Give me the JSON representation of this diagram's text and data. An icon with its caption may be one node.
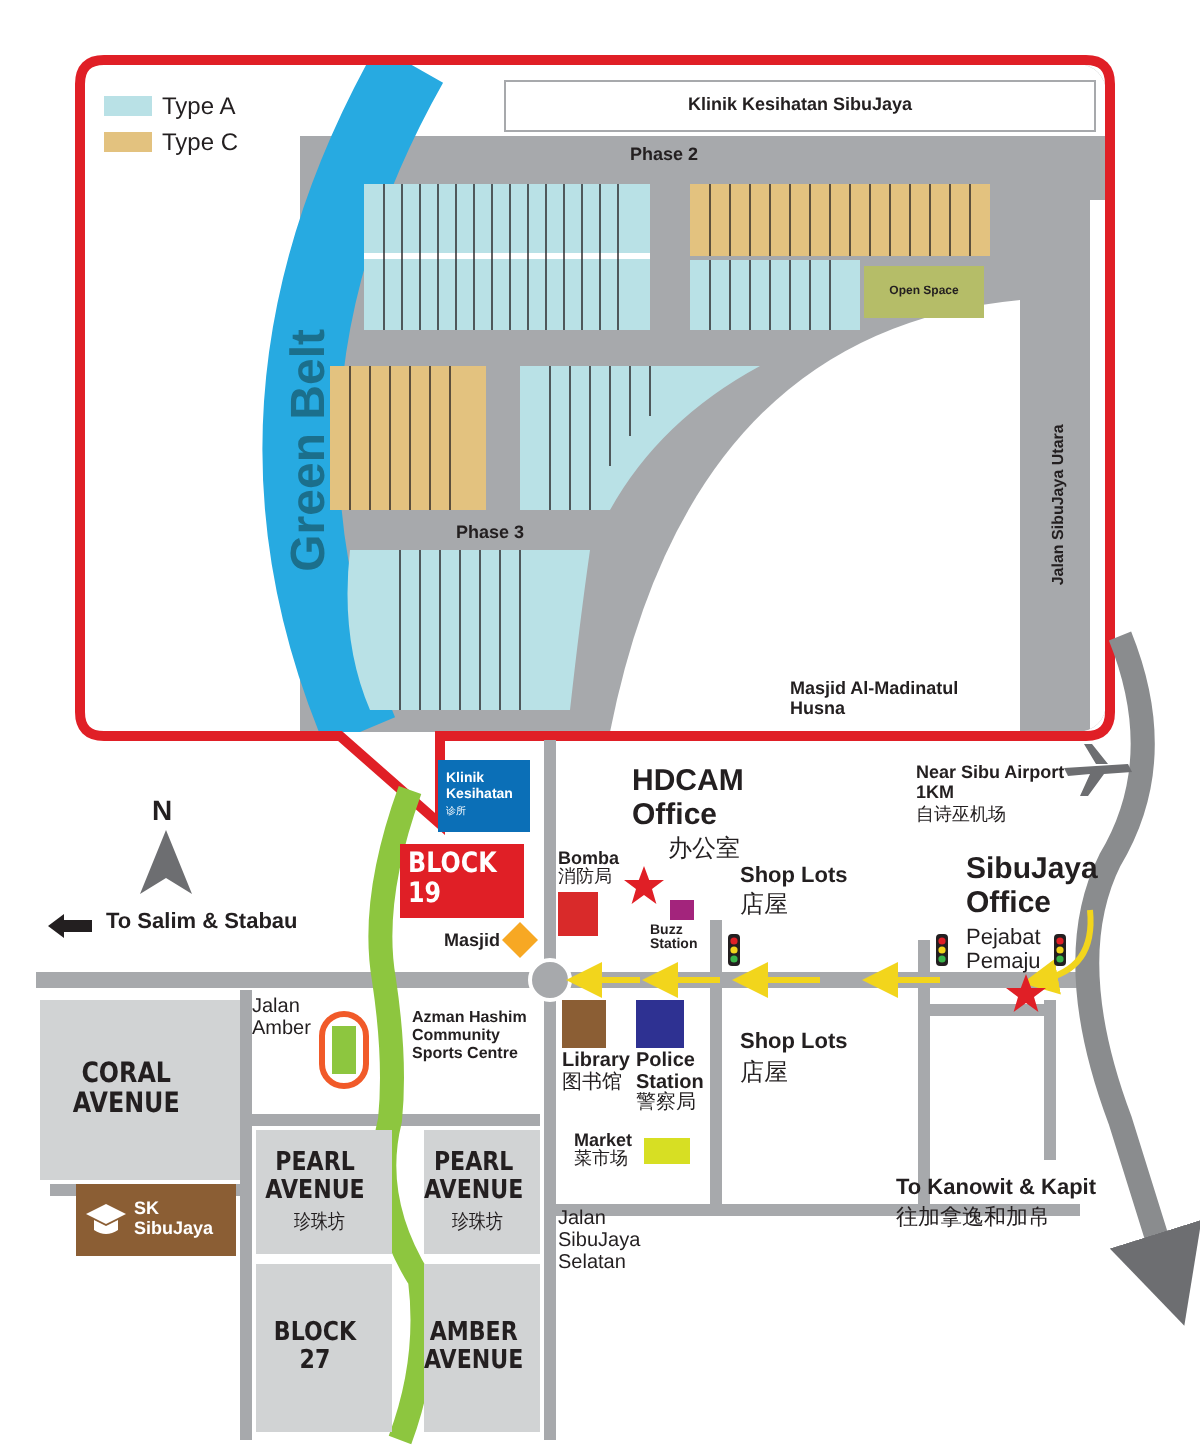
{
  "diagram": {
    "nodes": [
      {
        "text": [
          "Klinik Kesihatan SibuJaya"
        ]
      },
      {
        "text": [
          "Open Space"
        ]
      },
      {
        "text": [
          "Klinik Kesihatan",
          "诊所"
        ]
      },
      {
        "text": [
          "Bomba",
          "消防局"
        ]
      },
      {
        "text": [
          "BLOCK 19"
        ]
      },
      {
        "text": [
          "Masjid"
        ]
      },
      {
        "text": [
          "Buzz Station"
        ]
      },
      {
        "text": [
          "CORAL AVENUE"
        ]
      },
      {
        "text": [
          "Library",
          "图书馆"
        ]
      },
      {
        "text": [
          "Police Station",
          "警察局"
        ]
      },
      {
        "text": [
          "SK SibuJaya"
        ]
      },
      {
        "text": [
          "PEARL AVENUE",
          "珍珠坊"
        ]
      },
      {
        "text": [
          "PEARL AVENUE",
          "珍珠坊"
        ]
      },
      {
        "text": [
          "Market",
          "菜市场"
        ]
      },
      {
        "text": [
          "BLOCK 27"
        ]
      },
      {
        "text": [
          "AMBER AVENUE"
        ]
      }
    ],
    "labels": [
      "Phase 2",
      "Phase 3",
      "Green Belt",
      "Jalan SibuJaya Utara",
      "Masjid Al-Madinatul Husna",
      "N",
      "To Salim & Stabau",
      "Jalan Amber",
      "Azman Hashim Community Sports Centre",
      "HDCAM Office",
      "办公室",
      "Shop Lots",
      "店屋",
      "Near Sibu Airport 1KM",
      "自诗巫机场",
      "SibuJaya Office",
      "Pejabat Pemaju",
      "Shop Lots",
      "店屋",
      "Jalan SibuJaya Selatan",
      "To Kanowit & Kapit",
      "往加拿逸和加帛"
    ],
    "legend": [
      {
        "text": "Type A",
        "color": "#b9e1e6"
      },
      {
        "text": "Type C",
        "color": "#e3c27f"
      }
    ]
  }
}
